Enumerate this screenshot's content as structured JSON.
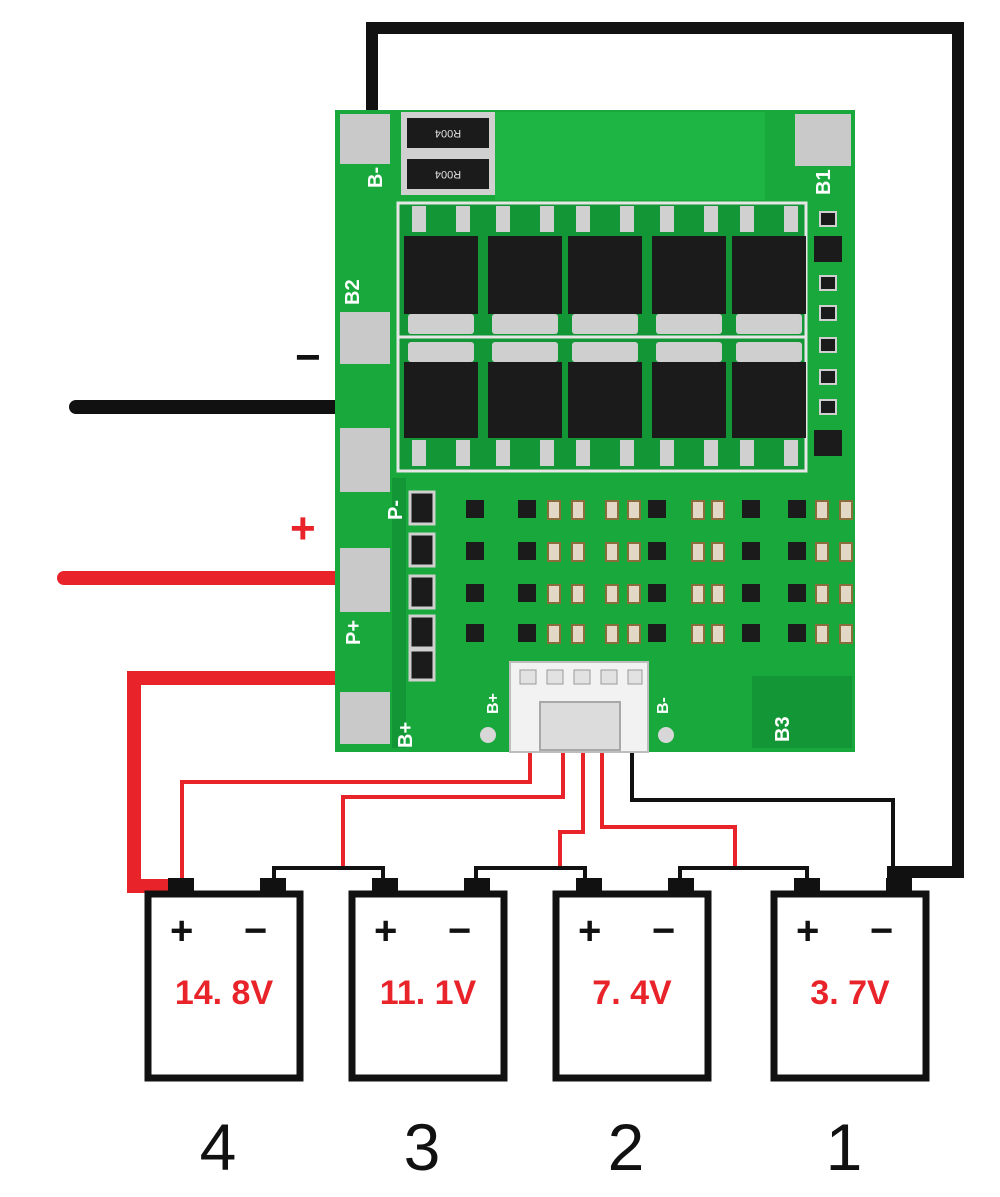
{
  "board": {
    "pad_labels": {
      "b_minus": "B-",
      "b2": "B2",
      "p_minus": "P-",
      "p_plus": "P+",
      "b_plus": "B+",
      "b1": "B1",
      "b3": "B3",
      "connector_b_plus": "B+",
      "connector_b_minus": "B-"
    },
    "resistor_marks": [
      "R004",
      "R004"
    ],
    "colors": {
      "pcb": "#18a83c",
      "pcb_dark": "#118a2f",
      "pad": "#c9c9c9",
      "mosfet": "#1b1b1b",
      "connector": "#f2f2f2"
    }
  },
  "leads": {
    "negative_sign": "−",
    "positive_sign": "+",
    "colors": {
      "negative": "#111111",
      "positive": "#e8232a",
      "balance": "#e8232a"
    }
  },
  "cells": [
    {
      "number": "4",
      "voltage": "14. 8V",
      "plus": "+",
      "minus": "−"
    },
    {
      "number": "3",
      "voltage": "11. 1V",
      "plus": "+",
      "minus": "−"
    },
    {
      "number": "2",
      "voltage": "7. 4V",
      "plus": "+",
      "minus": "−"
    },
    {
      "number": "1",
      "voltage": "3. 7V",
      "plus": "+",
      "minus": "−"
    }
  ],
  "voltage_color": "#e8232a"
}
